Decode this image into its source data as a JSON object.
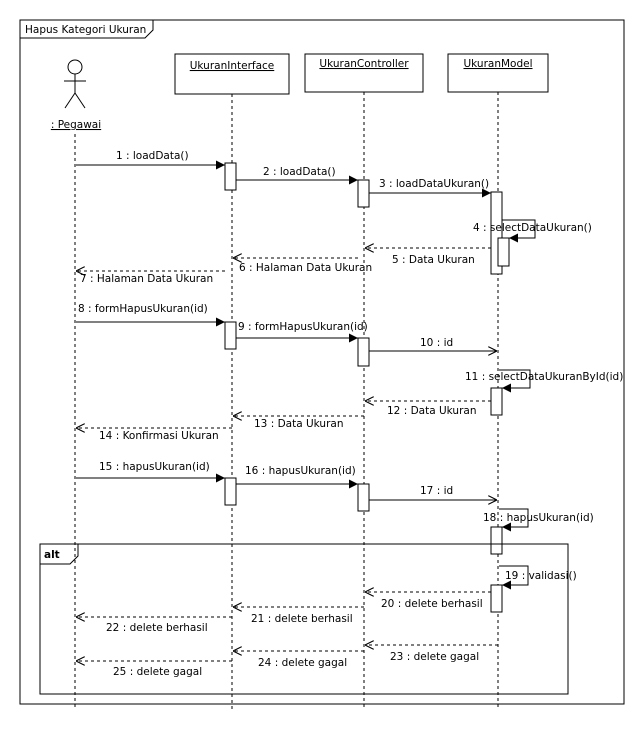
{
  "frame": {
    "title": "Hapus Kategori Ukuran"
  },
  "actor": {
    "label": ": Pegawai"
  },
  "lifelines": [
    {
      "name": "UkuranInterface"
    },
    {
      "name": "UkuranController"
    },
    {
      "name": "UkuranModel"
    }
  ],
  "messages": [
    {
      "label": "1 : loadData()"
    },
    {
      "label": "2 : loadData()"
    },
    {
      "label": "3 : loadDataUkuran()"
    },
    {
      "label": "4 : selectDataUkuran()"
    },
    {
      "label": "5 : Data Ukuran"
    },
    {
      "label": "6 : Halaman Data Ukuran"
    },
    {
      "label": "7 : Halaman Data Ukuran"
    },
    {
      "label": "8 : formHapusUkuran(id)"
    },
    {
      "label": "9 : formHapusUkuran(id)"
    },
    {
      "label": "10 : id"
    },
    {
      "label": "11 : selectDataUkuranById(id)"
    },
    {
      "label": "12 : Data Ukuran"
    },
    {
      "label": "13 : Data Ukuran"
    },
    {
      "label": "14 : Konfirmasi Ukuran"
    },
    {
      "label": "15 : hapusUkuran(id)"
    },
    {
      "label": "16 : hapusUkuran(id)"
    },
    {
      "label": "17 : id"
    },
    {
      "label": "18 : hapusUkuran(id)"
    },
    {
      "label": "19 : validasi()"
    },
    {
      "label": "20 : delete berhasil"
    },
    {
      "label": "21 : delete berhasil"
    },
    {
      "label": "22 : delete berhasil"
    },
    {
      "label": "23 : delete gagal"
    },
    {
      "label": "24 : delete gagal"
    },
    {
      "label": "25 : delete gagal"
    }
  ],
  "fragment": {
    "label": "alt"
  }
}
